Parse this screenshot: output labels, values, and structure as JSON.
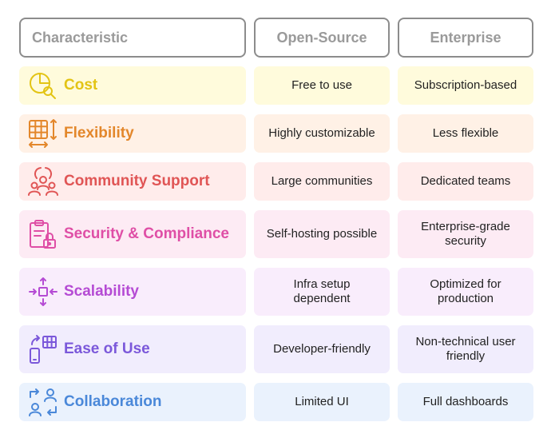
{
  "header": {
    "characteristic": "Characteristic",
    "open_source": "Open-Source",
    "enterprise": "Enterprise"
  },
  "rows": [
    {
      "label": "Cost",
      "icon": "pie-chart-search-icon",
      "color": "#e3c414",
      "bg": "#fffbdc",
      "open_source": "Free to use",
      "enterprise": "Subscription-based"
    },
    {
      "label": "Flexibility",
      "icon": "grid-resize-icon",
      "color": "#e3872b",
      "bg": "#fff1e6",
      "open_source": "Highly customizable",
      "enterprise": "Less flexible"
    },
    {
      "label": "Community Support",
      "icon": "community-icon",
      "color": "#e05555",
      "bg": "#ffeceb",
      "open_source": "Large communities",
      "enterprise": "Dedicated teams"
    },
    {
      "label": "Security & Compliance",
      "icon": "clipboard-lock-icon",
      "color": "#df4fa6",
      "bg": "#fdebf4",
      "open_source": "Self-hosting possible",
      "enterprise": "Enterprise-grade security"
    },
    {
      "label": "Scalability",
      "icon": "scale-arrows-icon",
      "color": "#b54bd4",
      "bg": "#f9edfc",
      "open_source": "Infra setup dependent",
      "enterprise": "Optimized for production"
    },
    {
      "label": "Ease of Use",
      "icon": "devices-icon",
      "color": "#7b58da",
      "bg": "#f1edfd",
      "open_source": "Developer-friendly",
      "enterprise": "Non-technical user friendly"
    },
    {
      "label": "Collaboration",
      "icon": "user-swap-icon",
      "color": "#4a88d9",
      "bg": "#eaf2fd",
      "open_source": "Limited UI",
      "enterprise": "Full dashboards"
    }
  ]
}
